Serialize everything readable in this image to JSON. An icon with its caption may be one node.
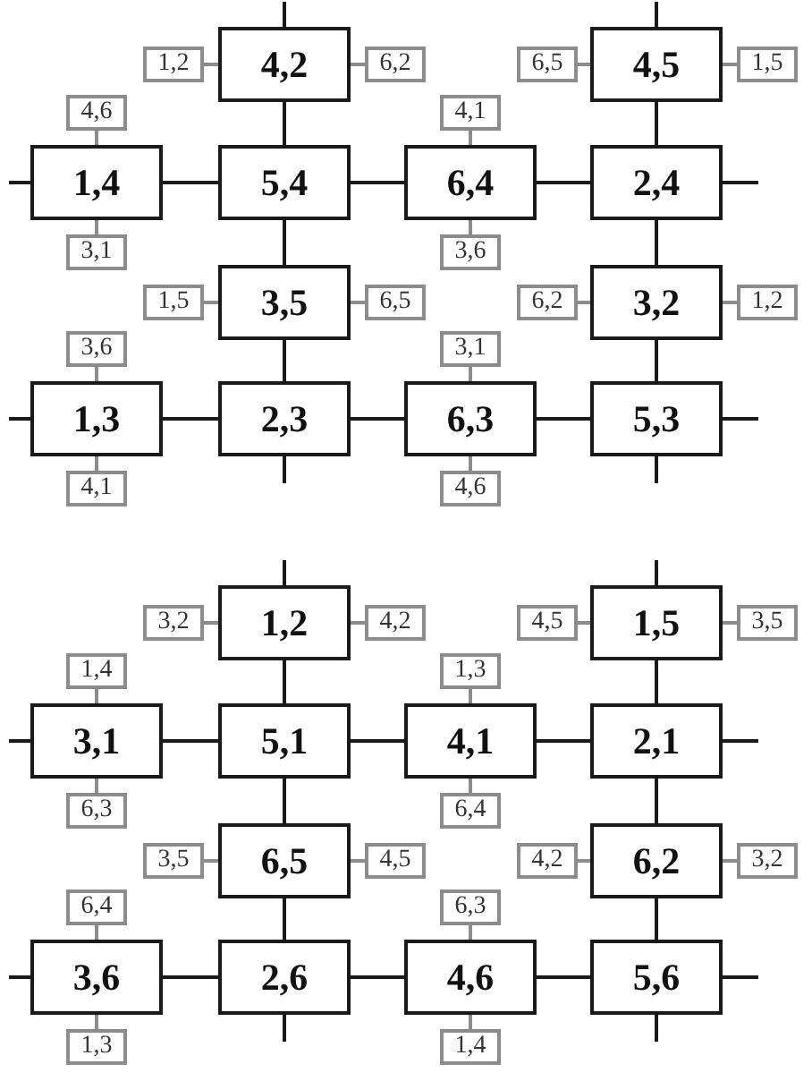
{
  "diagram": {
    "nodes": [
      {
        "text": [
          "1,2"
        ]
      },
      {
        "text": [
          "4,2"
        ]
      },
      {
        "text": [
          "6,2"
        ]
      },
      {
        "text": [
          "6,5"
        ]
      },
      {
        "text": [
          "4,5"
        ]
      },
      {
        "text": [
          "1,5"
        ]
      },
      {
        "text": [
          "4,6"
        ]
      },
      {
        "text": [
          "4,1"
        ]
      },
      {
        "text": [
          "1,4"
        ]
      },
      {
        "text": [
          "5,4"
        ]
      },
      {
        "text": [
          "6,4"
        ]
      },
      {
        "text": [
          "2,4"
        ]
      },
      {
        "text": [
          "3,1"
        ]
      },
      {
        "text": [
          "3,6"
        ]
      },
      {
        "text": [
          "1,5"
        ]
      },
      {
        "text": [
          "3,5"
        ]
      },
      {
        "text": [
          "6,5"
        ]
      },
      {
        "text": [
          "6,2"
        ]
      },
      {
        "text": [
          "3,2"
        ]
      },
      {
        "text": [
          "1,2"
        ]
      },
      {
        "text": [
          "3,6"
        ]
      },
      {
        "text": [
          "3,1"
        ]
      },
      {
        "text": [
          "1,3"
        ]
      },
      {
        "text": [
          "2,3"
        ]
      },
      {
        "text": [
          "6,3"
        ]
      },
      {
        "text": [
          "5,3"
        ]
      },
      {
        "text": [
          "4,1"
        ]
      },
      {
        "text": [
          "4,6"
        ]
      },
      {
        "text": [
          "3,2"
        ]
      },
      {
        "text": [
          "1,2"
        ]
      },
      {
        "text": [
          "4,2"
        ]
      },
      {
        "text": [
          "4,5"
        ]
      },
      {
        "text": [
          "1,5"
        ]
      },
      {
        "text": [
          "3,5"
        ]
      },
      {
        "text": [
          "1,4"
        ]
      },
      {
        "text": [
          "1,3"
        ]
      },
      {
        "text": [
          "3,1"
        ]
      },
      {
        "text": [
          "5,1"
        ]
      },
      {
        "text": [
          "4,1"
        ]
      },
      {
        "text": [
          "2,1"
        ]
      },
      {
        "text": [
          "6,3"
        ]
      },
      {
        "text": [
          "6,4"
        ]
      },
      {
        "text": [
          "3,5"
        ]
      },
      {
        "text": [
          "6,5"
        ]
      },
      {
        "text": [
          "4,5"
        ]
      },
      {
        "text": [
          "4,2"
        ]
      },
      {
        "text": [
          "6,2"
        ]
      },
      {
        "text": [
          "3,2"
        ]
      },
      {
        "text": [
          "6,4"
        ]
      },
      {
        "text": [
          "6,3"
        ]
      },
      {
        "text": [
          "3,6"
        ]
      },
      {
        "text": [
          "2,6"
        ]
      },
      {
        "text": [
          "4,6"
        ]
      },
      {
        "text": [
          "5,6"
        ]
      },
      {
        "text": [
          "1,3"
        ]
      },
      {
        "text": [
          "1,4"
        ]
      }
    ],
    "edges": [
      {
        "from": 0,
        "to": 1,
        "arrow": "none",
        "color": "#8c8c8c"
      },
      {
        "from": 1,
        "to": 2,
        "arrow": "none",
        "color": "#8c8c8c"
      },
      {
        "from": 3,
        "to": 4,
        "arrow": "none",
        "color": "#8c8c8c"
      },
      {
        "from": 4,
        "to": 5,
        "arrow": "none",
        "color": "#8c8c8c"
      },
      {
        "from": 6,
        "to": 8,
        "arrow": "none",
        "color": "#8c8c8c"
      },
      {
        "from": 7,
        "to": 10,
        "arrow": "none",
        "color": "#8c8c8c"
      },
      {
        "from": 8,
        "to": 12,
        "arrow": "none",
        "color": "#8c8c8c"
      },
      {
        "from": 10,
        "to": 13,
        "arrow": "none",
        "color": "#8c8c8c"
      },
      {
        "from": 14,
        "to": 15,
        "arrow": "none",
        "color": "#8c8c8c"
      },
      {
        "from": 15,
        "to": 16,
        "arrow": "none",
        "color": "#8c8c8c"
      },
      {
        "from": 17,
        "to": 18,
        "arrow": "none",
        "color": "#8c8c8c"
      },
      {
        "from": 18,
        "to": 19,
        "arrow": "none",
        "color": "#8c8c8c"
      },
      {
        "from": 20,
        "to": 22,
        "arrow": "none",
        "color": "#8c8c8c"
      },
      {
        "from": 21,
        "to": 24,
        "arrow": "none",
        "color": "#8c8c8c"
      },
      {
        "from": 22,
        "to": 26,
        "arrow": "none",
        "color": "#8c8c8c"
      },
      {
        "from": 24,
        "to": 27,
        "arrow": "none",
        "color": "#8c8c8c"
      },
      {
        "from": 1,
        "to": 9,
        "arrow": "none"
      },
      {
        "from": 9,
        "to": 15,
        "arrow": "none"
      },
      {
        "from": 15,
        "to": 23,
        "arrow": "none"
      },
      {
        "from": 4,
        "to": 11,
        "arrow": "none"
      },
      {
        "from": 11,
        "to": 18,
        "arrow": "none"
      },
      {
        "from": 18,
        "to": 25,
        "arrow": "none"
      },
      {
        "from": 8,
        "to": 9,
        "arrow": "none"
      },
      {
        "from": 9,
        "to": 10,
        "arrow": "none"
      },
      {
        "from": 10,
        "to": 11,
        "arrow": "none"
      },
      {
        "from": 22,
        "to": 23,
        "arrow": "none"
      },
      {
        "from": 23,
        "to": 24,
        "arrow": "none"
      },
      {
        "from": 24,
        "to": 25,
        "arrow": "none"
      },
      {
        "from": null,
        "to": 1,
        "arrow": "none"
      },
      {
        "from": null,
        "to": 4,
        "arrow": "none"
      },
      {
        "from": null,
        "to": 8,
        "arrow": "none"
      },
      {
        "from": 11,
        "to": null,
        "arrow": "none"
      },
      {
        "from": null,
        "to": 22,
        "arrow": "none"
      },
      {
        "from": 25,
        "to": null,
        "arrow": "none"
      },
      {
        "from": 23,
        "to": null,
        "arrow": "none"
      },
      {
        "from": 25,
        "to": null,
        "arrow": "none"
      },
      {
        "from": 28,
        "to": 29,
        "arrow": "none",
        "color": "#8c8c8c"
      },
      {
        "from": 29,
        "to": 30,
        "arrow": "none",
        "color": "#8c8c8c"
      },
      {
        "from": 31,
        "to": 32,
        "arrow": "none",
        "color": "#8c8c8c"
      },
      {
        "from": 32,
        "to": 33,
        "arrow": "none",
        "color": "#8c8c8c"
      },
      {
        "from": 34,
        "to": 36,
        "arrow": "none",
        "color": "#8c8c8c"
      },
      {
        "from": 35,
        "to": 38,
        "arrow": "none",
        "color": "#8c8c8c"
      },
      {
        "from": 36,
        "to": 40,
        "arrow": "none",
        "color": "#8c8c8c"
      },
      {
        "from": 38,
        "to": 41,
        "arrow": "none",
        "color": "#8c8c8c"
      },
      {
        "from": 42,
        "to": 43,
        "arrow": "none",
        "color": "#8c8c8c"
      },
      {
        "from": 43,
        "to": 44,
        "arrow": "none",
        "color": "#8c8c8c"
      },
      {
        "from": 45,
        "to": 46,
        "arrow": "none",
        "color": "#8c8c8c"
      },
      {
        "from": 46,
        "to": 47,
        "arrow": "none",
        "color": "#8c8c8c"
      },
      {
        "from": 48,
        "to": 50,
        "arrow": "none",
        "color": "#8c8c8c"
      },
      {
        "from": 49,
        "to": 52,
        "arrow": "none",
        "color": "#8c8c8c"
      },
      {
        "from": 50,
        "to": 54,
        "arrow": "none",
        "color": "#8c8c8c"
      },
      {
        "from": 52,
        "to": 55,
        "arrow": "none",
        "color": "#8c8c8c"
      },
      {
        "from": 29,
        "to": 37,
        "arrow": "none"
      },
      {
        "from": 37,
        "to": 43,
        "arrow": "none"
      },
      {
        "from": 43,
        "to": 51,
        "arrow": "none"
      },
      {
        "from": 32,
        "to": 39,
        "arrow": "none"
      },
      {
        "from": 39,
        "to": 46,
        "arrow": "none"
      },
      {
        "from": 46,
        "to": 53,
        "arrow": "none"
      },
      {
        "from": 36,
        "to": 37,
        "arrow": "none"
      },
      {
        "from": 37,
        "to": 38,
        "arrow": "none"
      },
      {
        "from": 38,
        "to": 39,
        "arrow": "none"
      },
      {
        "from": 50,
        "to": 51,
        "arrow": "none"
      },
      {
        "from": 51,
        "to": 52,
        "arrow": "none"
      },
      {
        "from": 52,
        "to": 53,
        "arrow": "none"
      },
      {
        "from": null,
        "to": 29,
        "arrow": "none"
      },
      {
        "from": null,
        "to": 32,
        "arrow": "none"
      },
      {
        "from": null,
        "to": 36,
        "arrow": "none"
      },
      {
        "from": 39,
        "to": null,
        "arrow": "none"
      },
      {
        "from": null,
        "to": 50,
        "arrow": "none"
      },
      {
        "from": 53,
        "to": null,
        "arrow": "none"
      },
      {
        "from": 51,
        "to": null,
        "arrow": "none"
      },
      {
        "from": 53,
        "to": null,
        "arrow": "none"
      }
    ]
  }
}
